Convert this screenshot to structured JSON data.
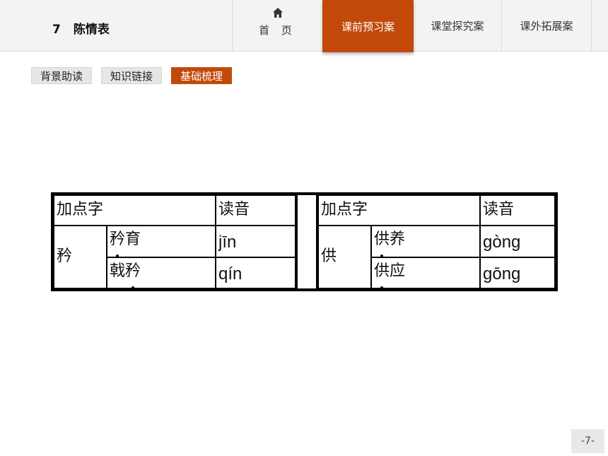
{
  "header": {
    "lesson_number": "7",
    "lesson_title": "陈情表",
    "home_label": "首 页",
    "tabs": [
      {
        "label": "课前预习案",
        "active": true
      },
      {
        "label": "课堂探究案",
        "active": false
      },
      {
        "label": "课外拓展案",
        "active": false
      }
    ],
    "accent_color": "#c14a0a"
  },
  "subtabs": [
    {
      "label": "背景助读",
      "active": false
    },
    {
      "label": "知识链接",
      "active": false
    },
    {
      "label": "基础梳理",
      "active": true
    }
  ],
  "table": {
    "left": {
      "header_char": "加点字",
      "header_reading": "读音",
      "char": "矜",
      "rows": [
        {
          "word_dot": "矜",
          "word_rest": "育",
          "dot_first": true,
          "reading": "jīn"
        },
        {
          "word_pre": "戟",
          "word_dot": "矜",
          "dot_first": false,
          "reading": "qín"
        }
      ]
    },
    "right": {
      "header_char": "加点字",
      "header_reading": "读音",
      "char": "供",
      "rows": [
        {
          "word_dot": "供",
          "word_rest": "养",
          "dot_first": true,
          "reading": "gòng"
        },
        {
          "word_dot": "供",
          "word_rest": "应",
          "dot_first": true,
          "reading": "gōng"
        }
      ]
    }
  },
  "page_number": "-7-"
}
